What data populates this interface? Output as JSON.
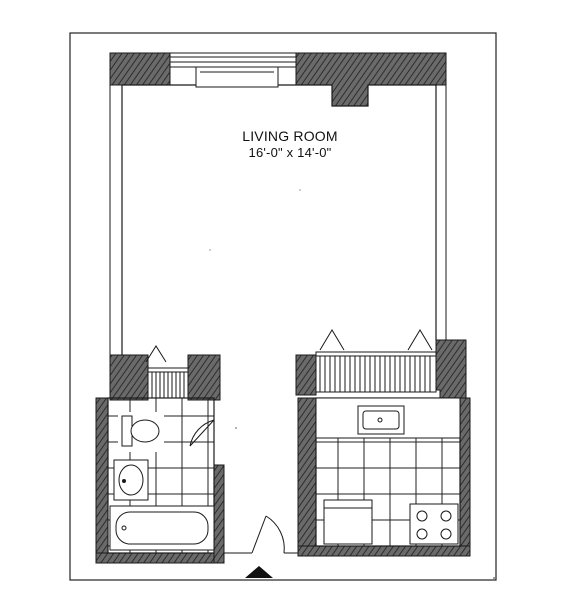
{
  "plan": {
    "rooms": [
      {
        "name": "LIVING ROOM",
        "dimensions": "16'-0\" x 14'-0\""
      },
      {
        "name": "bathroom",
        "fixtures": [
          "toilet",
          "sink",
          "bathtub"
        ]
      },
      {
        "name": "kitchen",
        "fixtures": [
          "sink",
          "refrigerator",
          "range"
        ]
      }
    ],
    "entry_marker": "triangle"
  },
  "colors": {
    "wall_hatch": "#4a4a4a",
    "line": "#1a1a1a",
    "paper": "#ffffff"
  }
}
